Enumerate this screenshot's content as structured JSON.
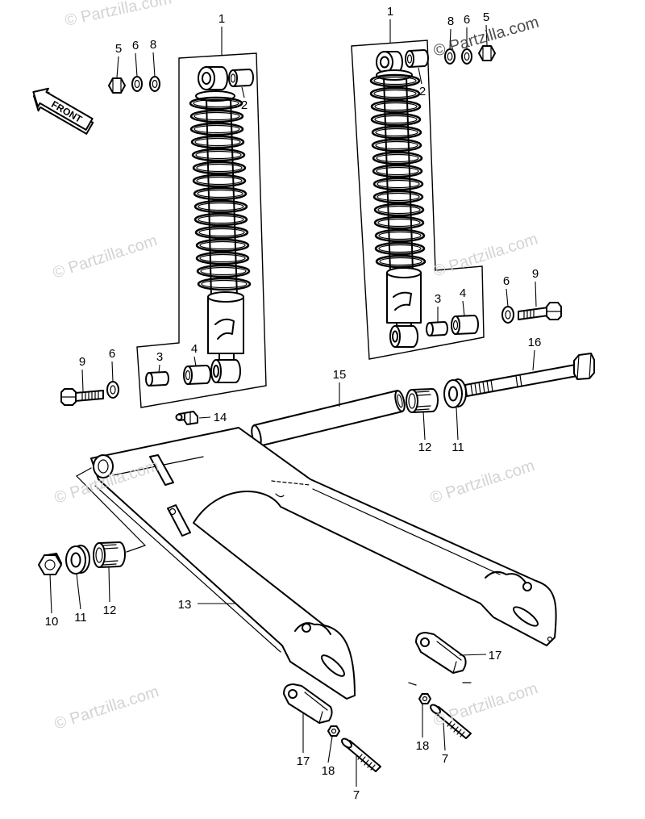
{
  "diagram": {
    "front_arrow_label": "FRONT",
    "watermark_text": "© Partzilla.com",
    "callouts": [
      "1",
      "1",
      "5",
      "6",
      "8",
      "8",
      "6",
      "5",
      "2",
      "2",
      "3",
      "4",
      "3",
      "4",
      "6",
      "9",
      "9",
      "6",
      "14",
      "15",
      "16",
      "12",
      "11",
      "10",
      "11",
      "12",
      "13",
      "17",
      "17",
      "18",
      "7",
      "18",
      "7"
    ]
  },
  "colors": {
    "line": "#000000",
    "background": "#ffffff",
    "watermark": "#cfcfcf",
    "watermark_emphasis": "#3a3a3a"
  }
}
